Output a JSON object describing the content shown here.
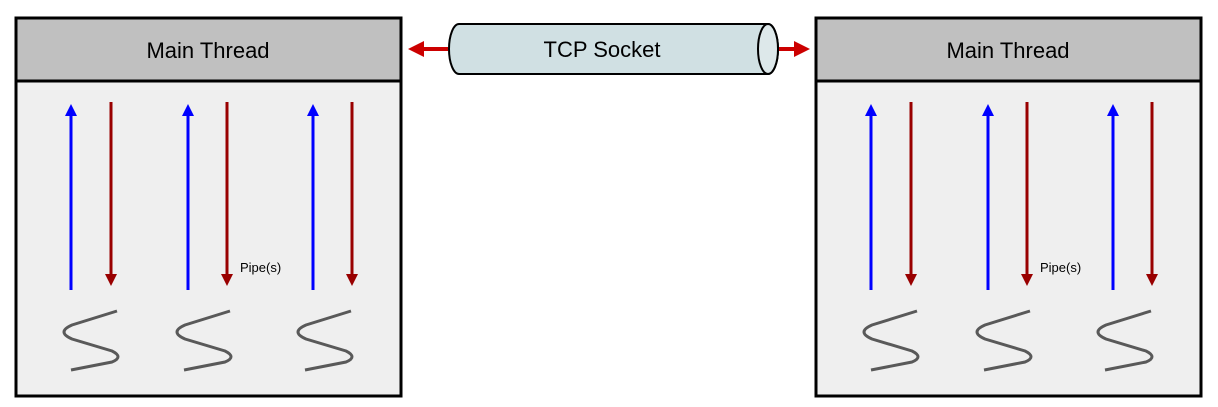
{
  "left_process": {
    "title": "Main Thread",
    "pipe_label": "Pipe(s)"
  },
  "right_process": {
    "title": "Main Thread",
    "pipe_label": "Pipe(s)"
  },
  "socket": {
    "label": "TCP Socket"
  },
  "colors": {
    "up_arrow": "#0000ff",
    "down_arrow": "#990000",
    "socket_arrow": "#cc0000",
    "header": "#c0c0c0",
    "body": "#efefef",
    "tube": "#d0e0e3",
    "thread": "#595959"
  }
}
